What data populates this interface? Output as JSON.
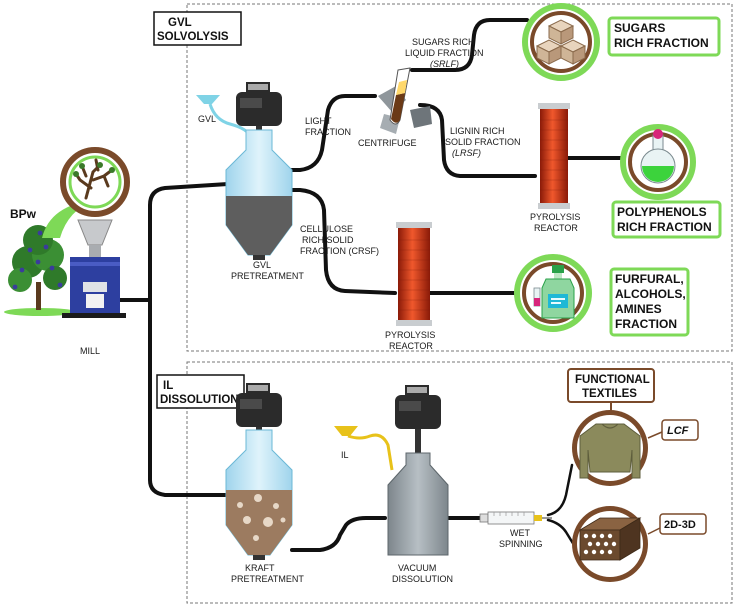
{
  "colors": {
    "accent_green": "#7ed957",
    "reactor_red": "#d9391c",
    "circle_brown": "#7a4a2a",
    "mill_blue": "#2d3fa0",
    "flow_line": "#111111"
  },
  "left": {
    "feed_label": "BPw",
    "mill_label": "MILL"
  },
  "gvl": {
    "section_title_1": "GVL",
    "section_title_2": "SOLVOLYSIS",
    "solvent_label": "GVL",
    "vessel_label_1": "GVL",
    "vessel_label_2": "PRETREATMENT",
    "light_fraction_1": "LIGHT",
    "light_fraction_2": "FRACTION",
    "centrifuge_label": "CENTRIFUGE",
    "srlf_1": "SUGARS RICH",
    "srlf_2": "LIQUID FRACTION",
    "srlf_3": "(SRLF)",
    "lrsf_1": "LIGNIN RICH",
    "lrsf_2": "SOLID FRACTION",
    "lrsf_3": "(LRSF)",
    "crsf_1": "CELLULOSE",
    "crsf_2": "RICH SOLID",
    "crsf_3": "FRACTION (CRSF)",
    "pyro1_1": "PYROLYSIS",
    "pyro1_2": "REACTOR",
    "pyro2_1": "PYROLYSIS",
    "pyro2_2": "REACTOR",
    "out_sugars_1": "SUGARS",
    "out_sugars_2": "RICH FRACTION",
    "out_poly_1": "POLYPHENOLS",
    "out_poly_2": "RICH FRACTION",
    "out_furf_1": "FURFURAL,",
    "out_furf_2": "ALCOHOLS,",
    "out_furf_3": "AMINES",
    "out_furf_4": "FRACTION"
  },
  "il": {
    "section_title_1": "IL",
    "section_title_2": "DISSOLUTION",
    "solvent_label": "IL",
    "kraft_1": "KRAFT",
    "kraft_2": "PRETREATMENT",
    "vacuum_1": "VACUUM",
    "vacuum_2": "DISSOLUTION",
    "wet_1": "WET",
    "wet_2": "SPINNING",
    "functional_1": "FUNCTIONAL",
    "functional_2": "TEXTILES",
    "lcf_label": "LCF",
    "d2d3_label": "2D-3D"
  }
}
